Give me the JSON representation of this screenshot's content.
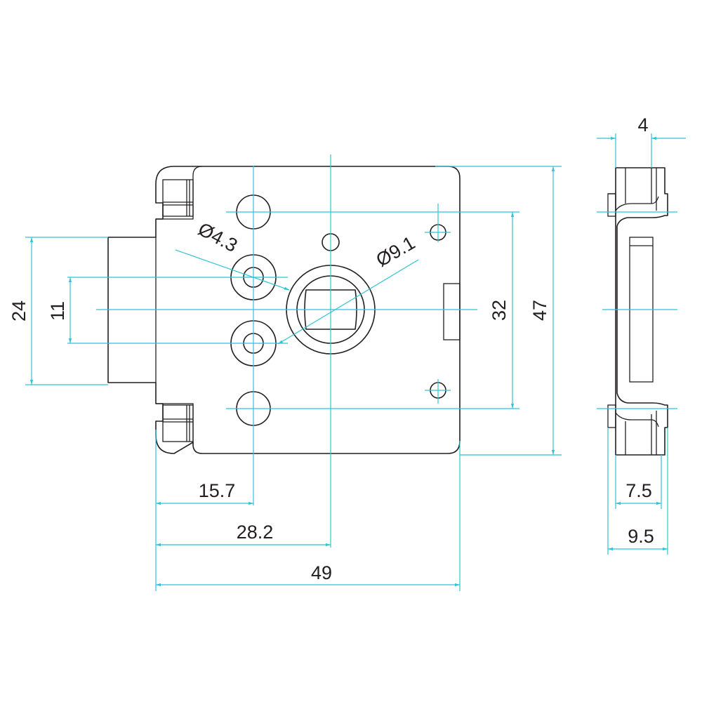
{
  "colors": {
    "outline": "#231f20",
    "dimension": "#2fc4d4",
    "background": "#ffffff"
  },
  "dimensions": {
    "hole_small_dia": "Ø4.3",
    "hole_large_dia": "Ø9.1",
    "flange_height": "24",
    "hole_spacing": "11",
    "mount_hole_spacing": "32",
    "body_height": "47",
    "hole_offset": "15.7",
    "key_offset": "28.2",
    "body_width": "49",
    "plate_thickness": "4",
    "side_depth_inner": "7.5",
    "side_depth_outer": "9.5"
  }
}
